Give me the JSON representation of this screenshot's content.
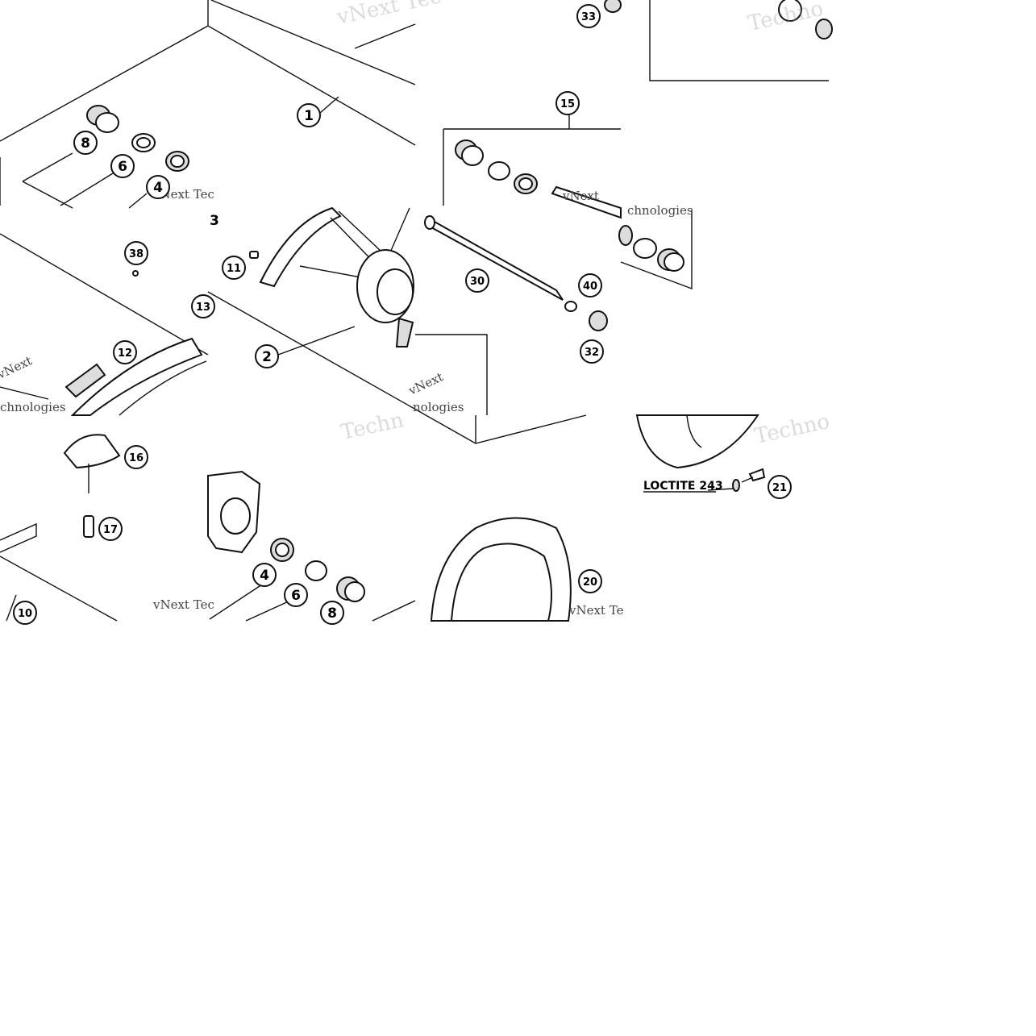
{
  "diagram": {
    "callouts": [
      {
        "id": "c1",
        "label": "1"
      },
      {
        "id": "c2",
        "label": "2"
      },
      {
        "id": "c3",
        "label": "3"
      },
      {
        "id": "c4a",
        "label": "4"
      },
      {
        "id": "c4b",
        "label": "4"
      },
      {
        "id": "c6a",
        "label": "6"
      },
      {
        "id": "c6b",
        "label": "6"
      },
      {
        "id": "c8a",
        "label": "8"
      },
      {
        "id": "c8b",
        "label": "8"
      },
      {
        "id": "c10",
        "label": "10"
      },
      {
        "id": "c11",
        "label": "11"
      },
      {
        "id": "c12",
        "label": "12"
      },
      {
        "id": "c13",
        "label": "13"
      },
      {
        "id": "c15",
        "label": "15"
      },
      {
        "id": "c16",
        "label": "16"
      },
      {
        "id": "c17",
        "label": "17"
      },
      {
        "id": "c20",
        "label": "20"
      },
      {
        "id": "c21",
        "label": "21"
      },
      {
        "id": "c30",
        "label": "30"
      },
      {
        "id": "c32",
        "label": "32"
      },
      {
        "id": "c33",
        "label": "33"
      },
      {
        "id": "c38",
        "label": "38"
      },
      {
        "id": "c40",
        "label": "40"
      }
    ],
    "loctite_label": "LOCTITE 243",
    "watermarks": [
      "vNext",
      "Technologies",
      "vNext Tec",
      "vNext Tec",
      "Techn",
      "Techno",
      "vNext Te",
      "chnologies",
      "nologies"
    ]
  }
}
